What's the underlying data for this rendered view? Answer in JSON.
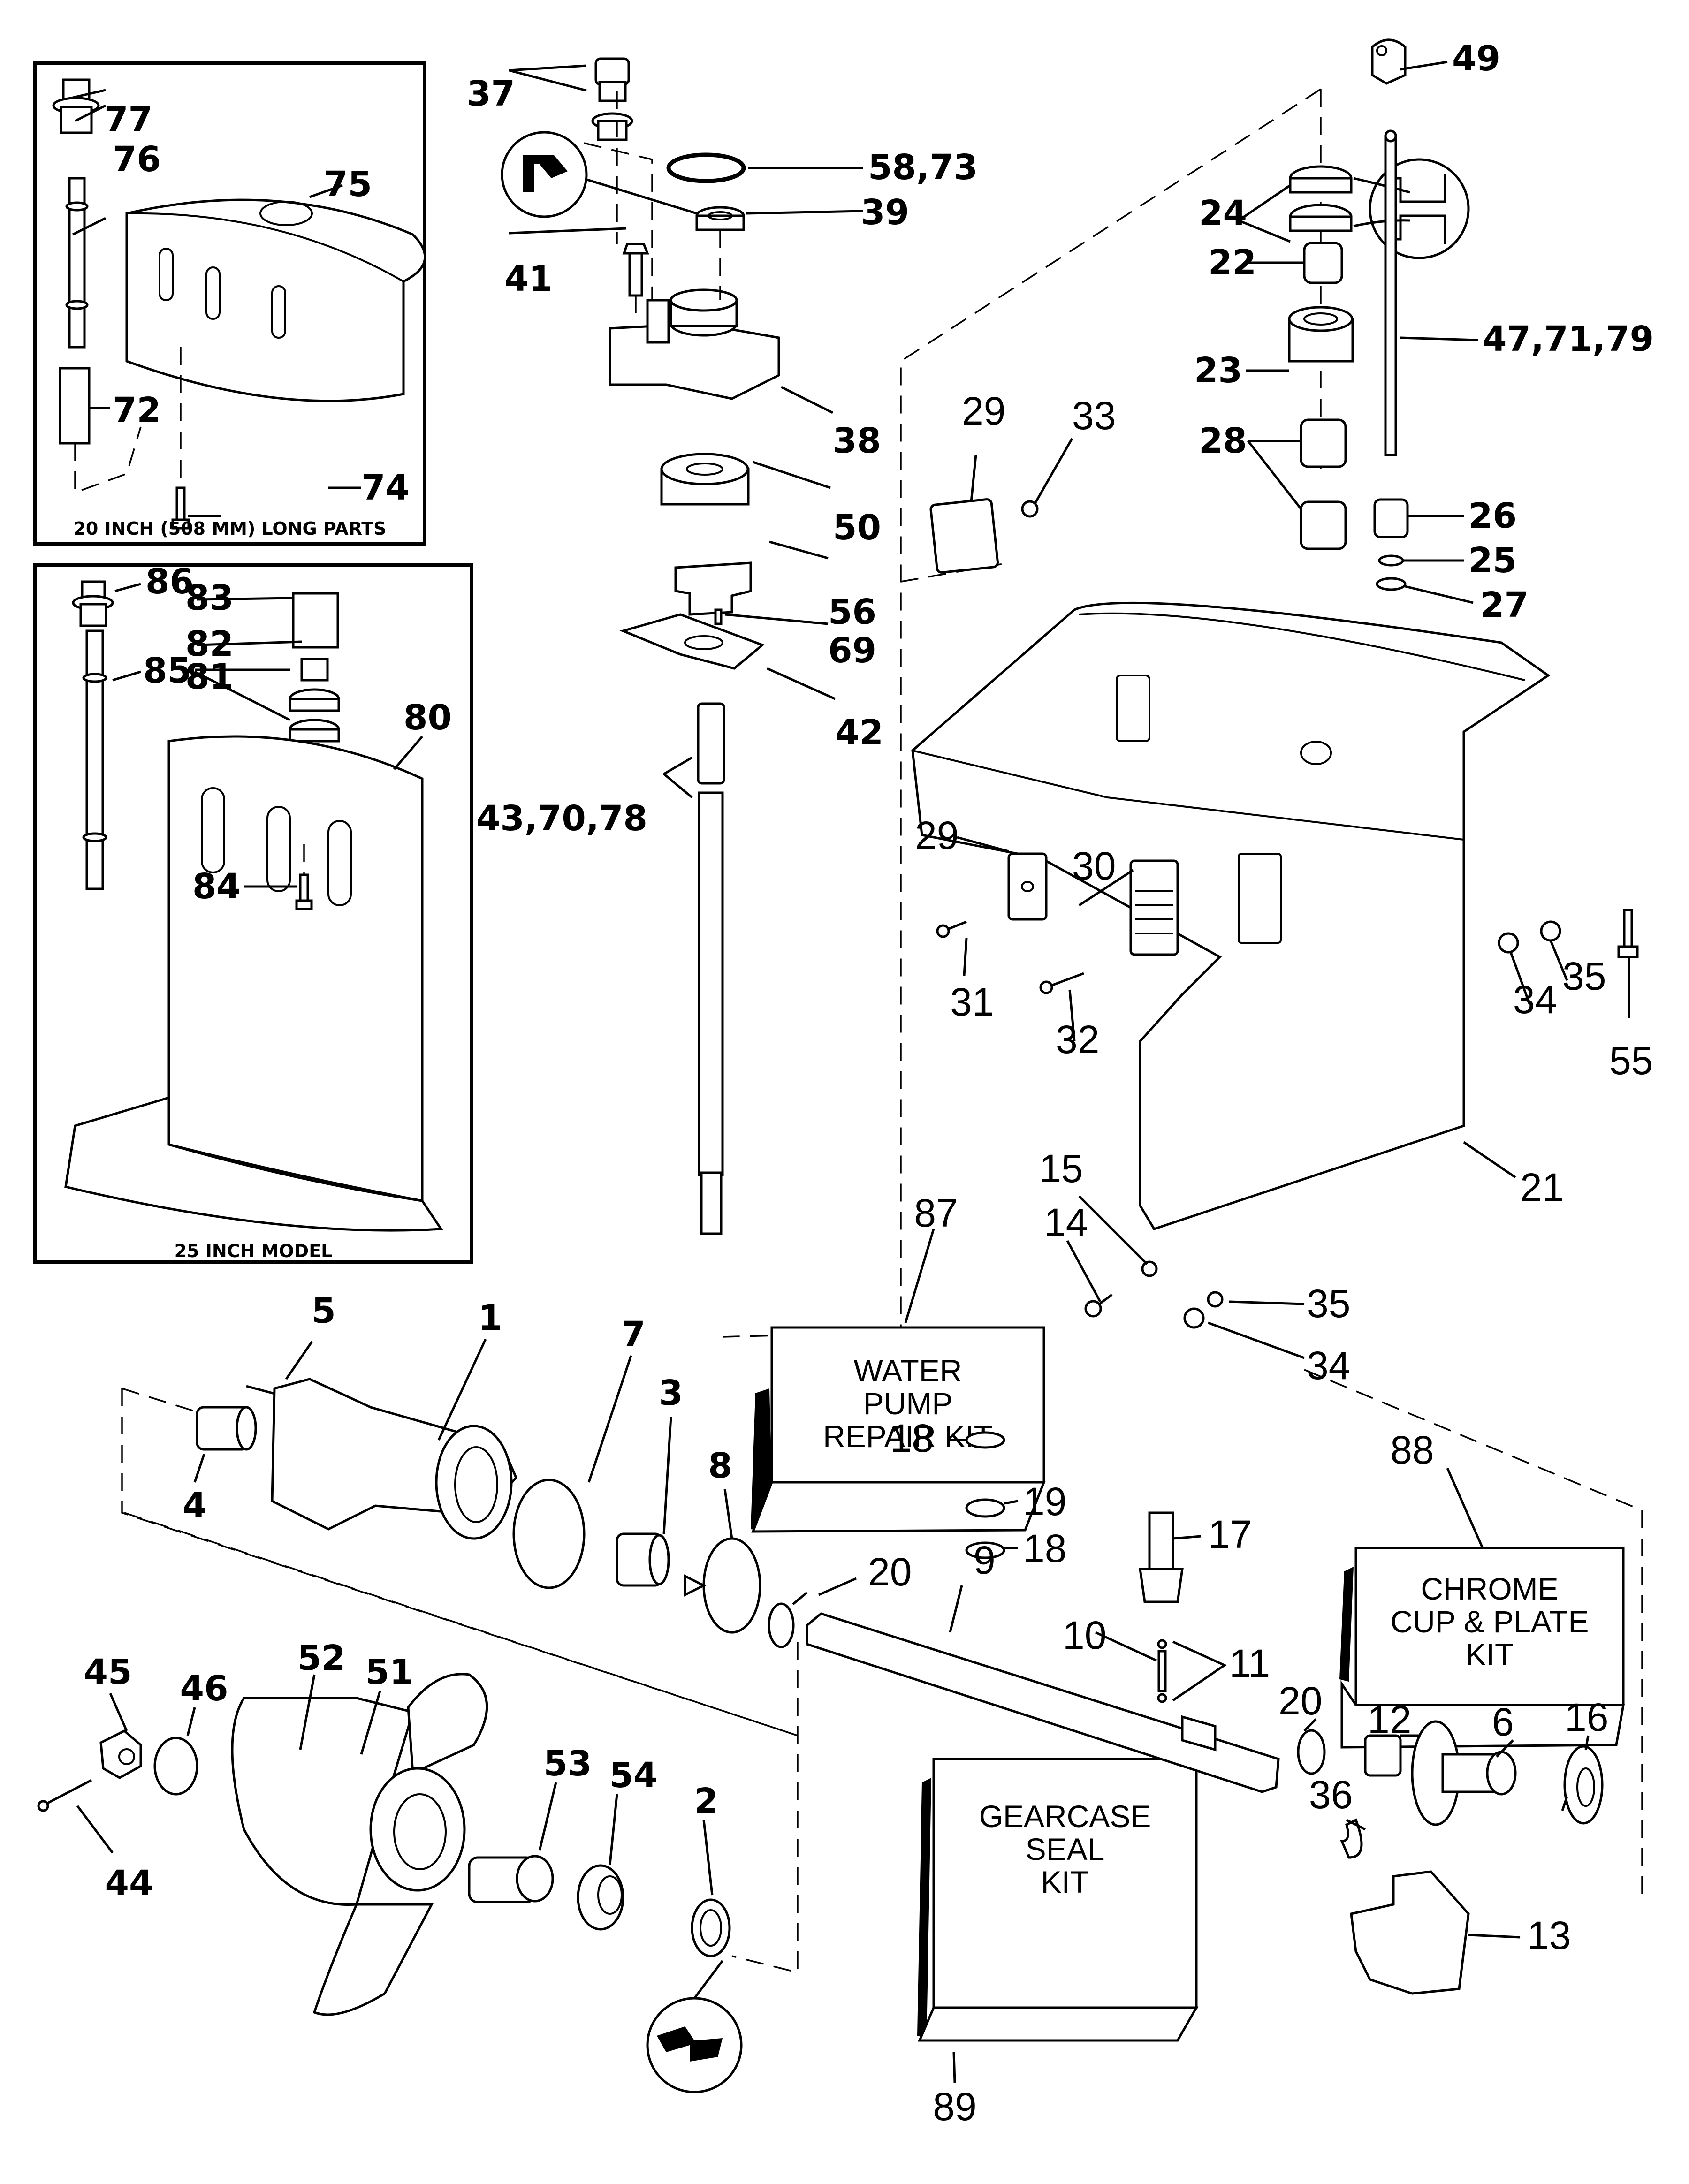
{
  "diagram": {
    "title": "Gearcase exploded parts diagram",
    "insets": [
      {
        "id": "inset-20-inch",
        "caption": "20 INCH (508 MM) LONG PARTS",
        "labels": [
          "77",
          "76",
          "75",
          "72",
          "74"
        ]
      },
      {
        "id": "inset-25-inch",
        "caption": "25 INCH MODEL",
        "labels": [
          "86",
          "83",
          "82",
          "81",
          "85",
          "80",
          "84"
        ]
      }
    ],
    "kits": [
      {
        "id": "87",
        "lines": [
          "WATER",
          "PUMP",
          "REPAIR KIT"
        ]
      },
      {
        "id": "88",
        "lines": [
          "CHROME",
          "CUP & PLATE",
          "KIT"
        ]
      },
      {
        "id": "89",
        "lines": [
          "GEARCASE",
          "SEAL",
          "KIT"
        ]
      }
    ],
    "labels": {
      "l77": "77",
      "l76": "76",
      "l75": "75",
      "l72": "72",
      "l74": "74",
      "l86": "86",
      "l83": "83",
      "l82": "82",
      "l81": "81",
      "l85": "85",
      "l80": "80",
      "l84": "84",
      "l37": "37",
      "l58_73": "58,73",
      "l39": "39",
      "l41": "41",
      "l38": "38",
      "l50": "50",
      "l56": "56",
      "l69": "69",
      "l42": "42",
      "l43_70_78": "43,70,78",
      "l49": "49",
      "l24": "24",
      "l22": "22",
      "l47_71_79": "47,71,79",
      "l23": "23",
      "l28": "28",
      "l26": "26",
      "l25": "25",
      "l27": "27",
      "l29a": "29",
      "l33": "33",
      "l29b": "29",
      "l30": "30",
      "l31": "31",
      "l32": "32",
      "l34a": "34",
      "l35a": "35",
      "l55": "55",
      "l21": "21",
      "l15": "15",
      "l14": "14",
      "l35b": "35",
      "l34b": "34",
      "l87": "87",
      "l88": "88",
      "l89": "89",
      "l18a": "18",
      "l19": "19",
      "l18b": "18",
      "l17": "17",
      "l10": "10",
      "l11": "11",
      "l9": "9",
      "l20a": "20",
      "l20b": "20",
      "l12": "12",
      "l6": "6",
      "l16": "16",
      "l36": "36",
      "l13": "13",
      "l5": "5",
      "l1": "1",
      "l7": "7",
      "l3": "3",
      "l8": "8",
      "l4": "4",
      "l45": "45",
      "l46": "46",
      "l52": "52",
      "l51": "51",
      "l53": "53",
      "l54": "54",
      "l2": "2",
      "l44": "44"
    }
  }
}
